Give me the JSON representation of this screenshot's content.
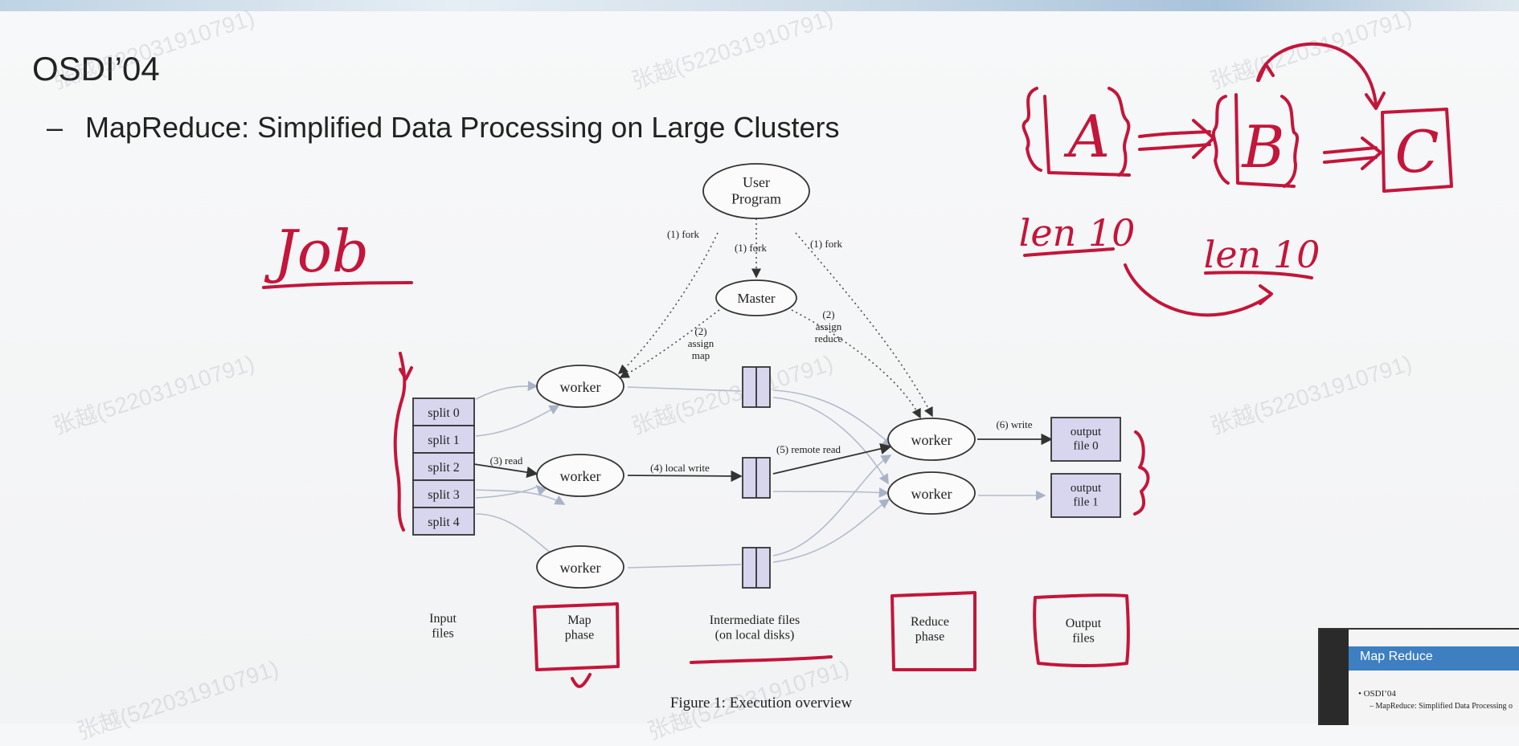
{
  "slide": {
    "heading": "OSDI’04",
    "subheading": "MapReduce: Simplified Data Processing on Large Clusters",
    "bullet": "–"
  },
  "diagram": {
    "user_program": "User\nProgram",
    "master": "Master",
    "worker": "worker",
    "splits": [
      "split 0",
      "split 1",
      "split 2",
      "split 3",
      "split 4"
    ],
    "outputs": [
      "output\nfile 0",
      "output\nfile 1"
    ],
    "edges": {
      "fork_left": "(1) fork",
      "fork_mid": "(1) fork",
      "fork_right": "(1) fork",
      "assign_map": "(2)\nassign\nmap",
      "assign_reduce": "(2)\nassign\nreduce",
      "read": "(3) read",
      "local_write": "(4) local write",
      "remote_read": "(5) remote read",
      "write": "(6) write"
    },
    "phases": {
      "input": "Input\nfiles",
      "map": "Map\nphase",
      "intermediate": "Intermediate files\n(on local disks)",
      "reduce": "Reduce\nphase",
      "output": "Output\nfiles"
    },
    "caption": "Figure 1: Execution overview"
  },
  "annotations": {
    "job": "Job",
    "a": "A",
    "b": "B",
    "c": "C",
    "len_a": "len 10",
    "len_b": "len 10",
    "ink_color": "#c4153a"
  },
  "watermark": "张越(522031910791)",
  "thumbnail": {
    "title": "Map Reduce",
    "line1": "• OSDI’04",
    "line2": "– MapReduce: Simplified Data Processing o"
  }
}
